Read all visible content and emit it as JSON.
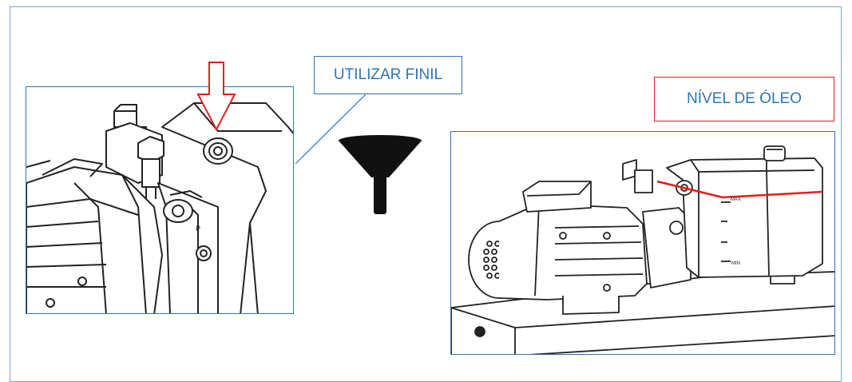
{
  "callouts": {
    "funnel_label": "UTILIZAR FINIL",
    "oil_level_label": "NÍVEL DE ÓLEO"
  },
  "gauge": {
    "max_label": "MAX",
    "min_label": "MIN"
  },
  "left_detail": {
    "port_letter": "P"
  },
  "colors": {
    "accent_blue": "#2e75b6",
    "arrow_red": "#e02020",
    "oil_line_red": "#e41c1c",
    "funnel_black": "#111111"
  },
  "icons": [
    "funnel-icon",
    "down-arrow-icon"
  ]
}
